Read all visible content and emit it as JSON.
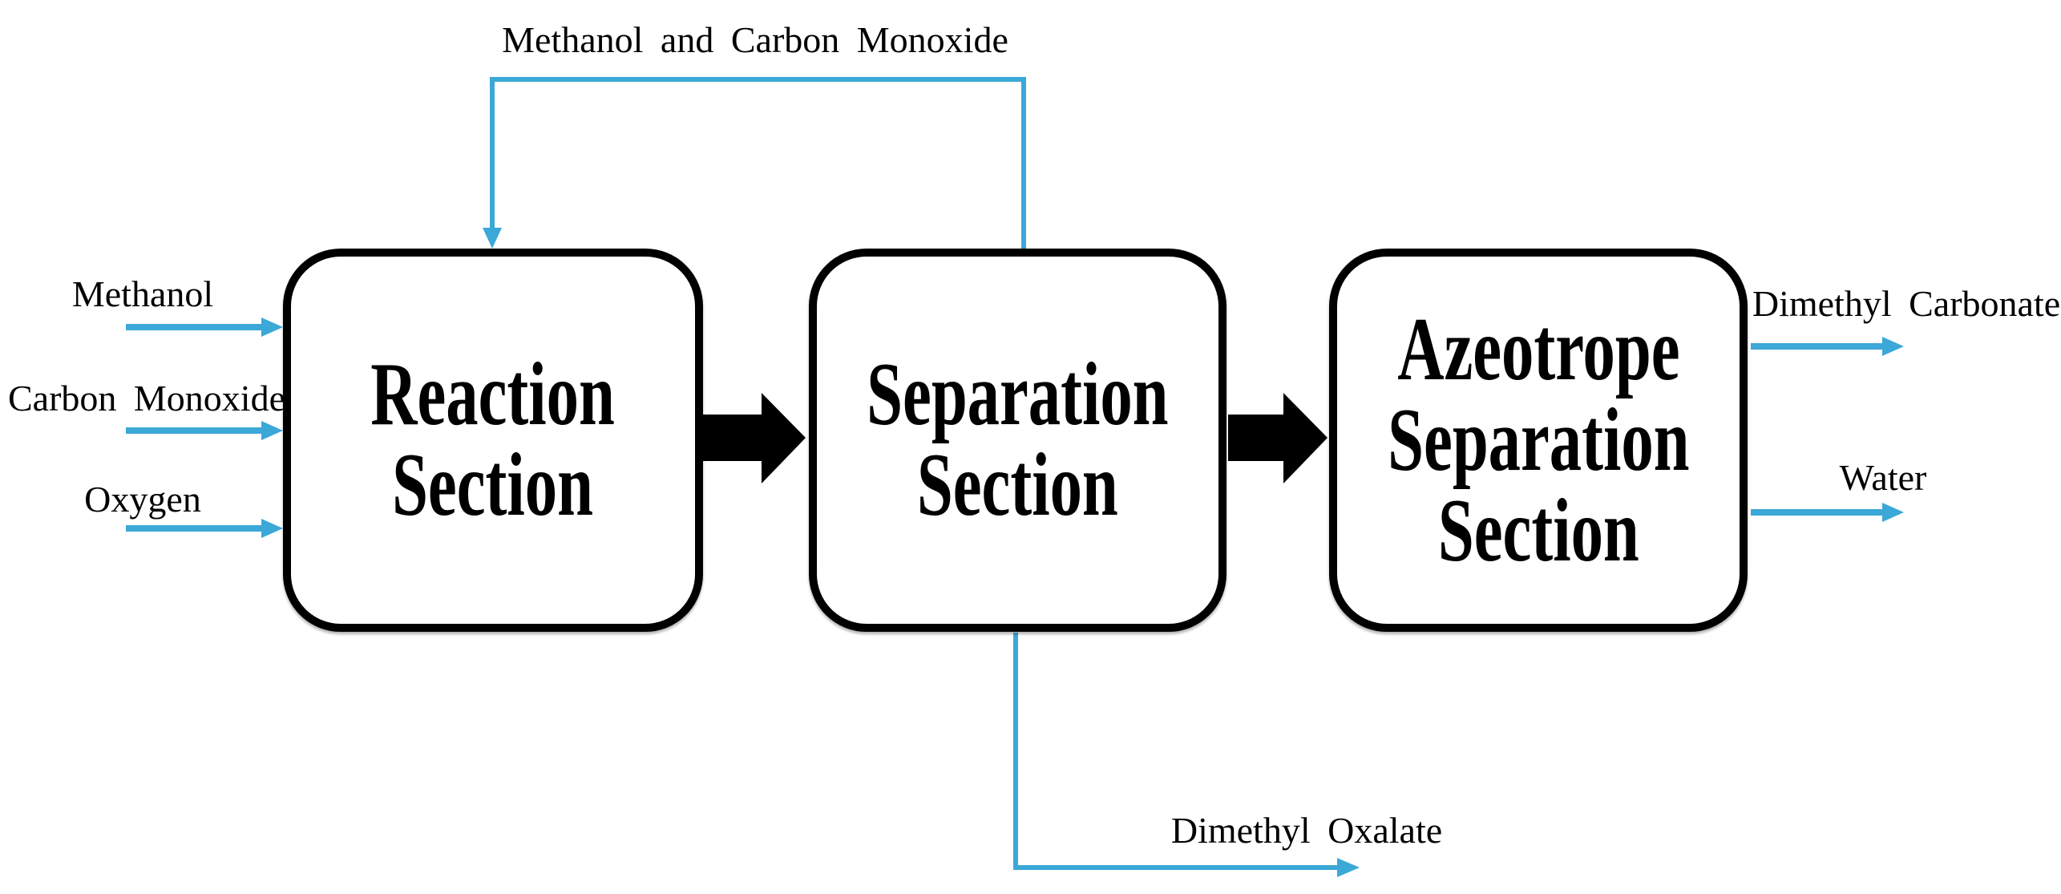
{
  "diagram": {
    "colors": {
      "stream": "#3BA8D8",
      "line": "#000000",
      "text": "#000000",
      "background": "#ffffff"
    },
    "boxes": [
      {
        "name": "Reaction Section",
        "lines": [
          "Reaction",
          "Section"
        ]
      },
      {
        "name": "Separation Section",
        "lines": [
          "Separation",
          "Section"
        ]
      },
      {
        "name": "Azeotrope Separation Section",
        "lines": [
          "Azeotrope",
          "Separation",
          "Section"
        ]
      }
    ],
    "input_streams": [
      {
        "label": "Methanol"
      },
      {
        "label": "Carbon Monoxide"
      },
      {
        "label": "Oxygen"
      }
    ],
    "output_streams": [
      {
        "label": "Dimethyl Carbonate"
      },
      {
        "label": "Water"
      }
    ],
    "recycle_stream": {
      "label": "Methanol and Carbon Monoxide"
    },
    "byproduct_stream": {
      "label": "Dimethyl Oxalate"
    }
  }
}
